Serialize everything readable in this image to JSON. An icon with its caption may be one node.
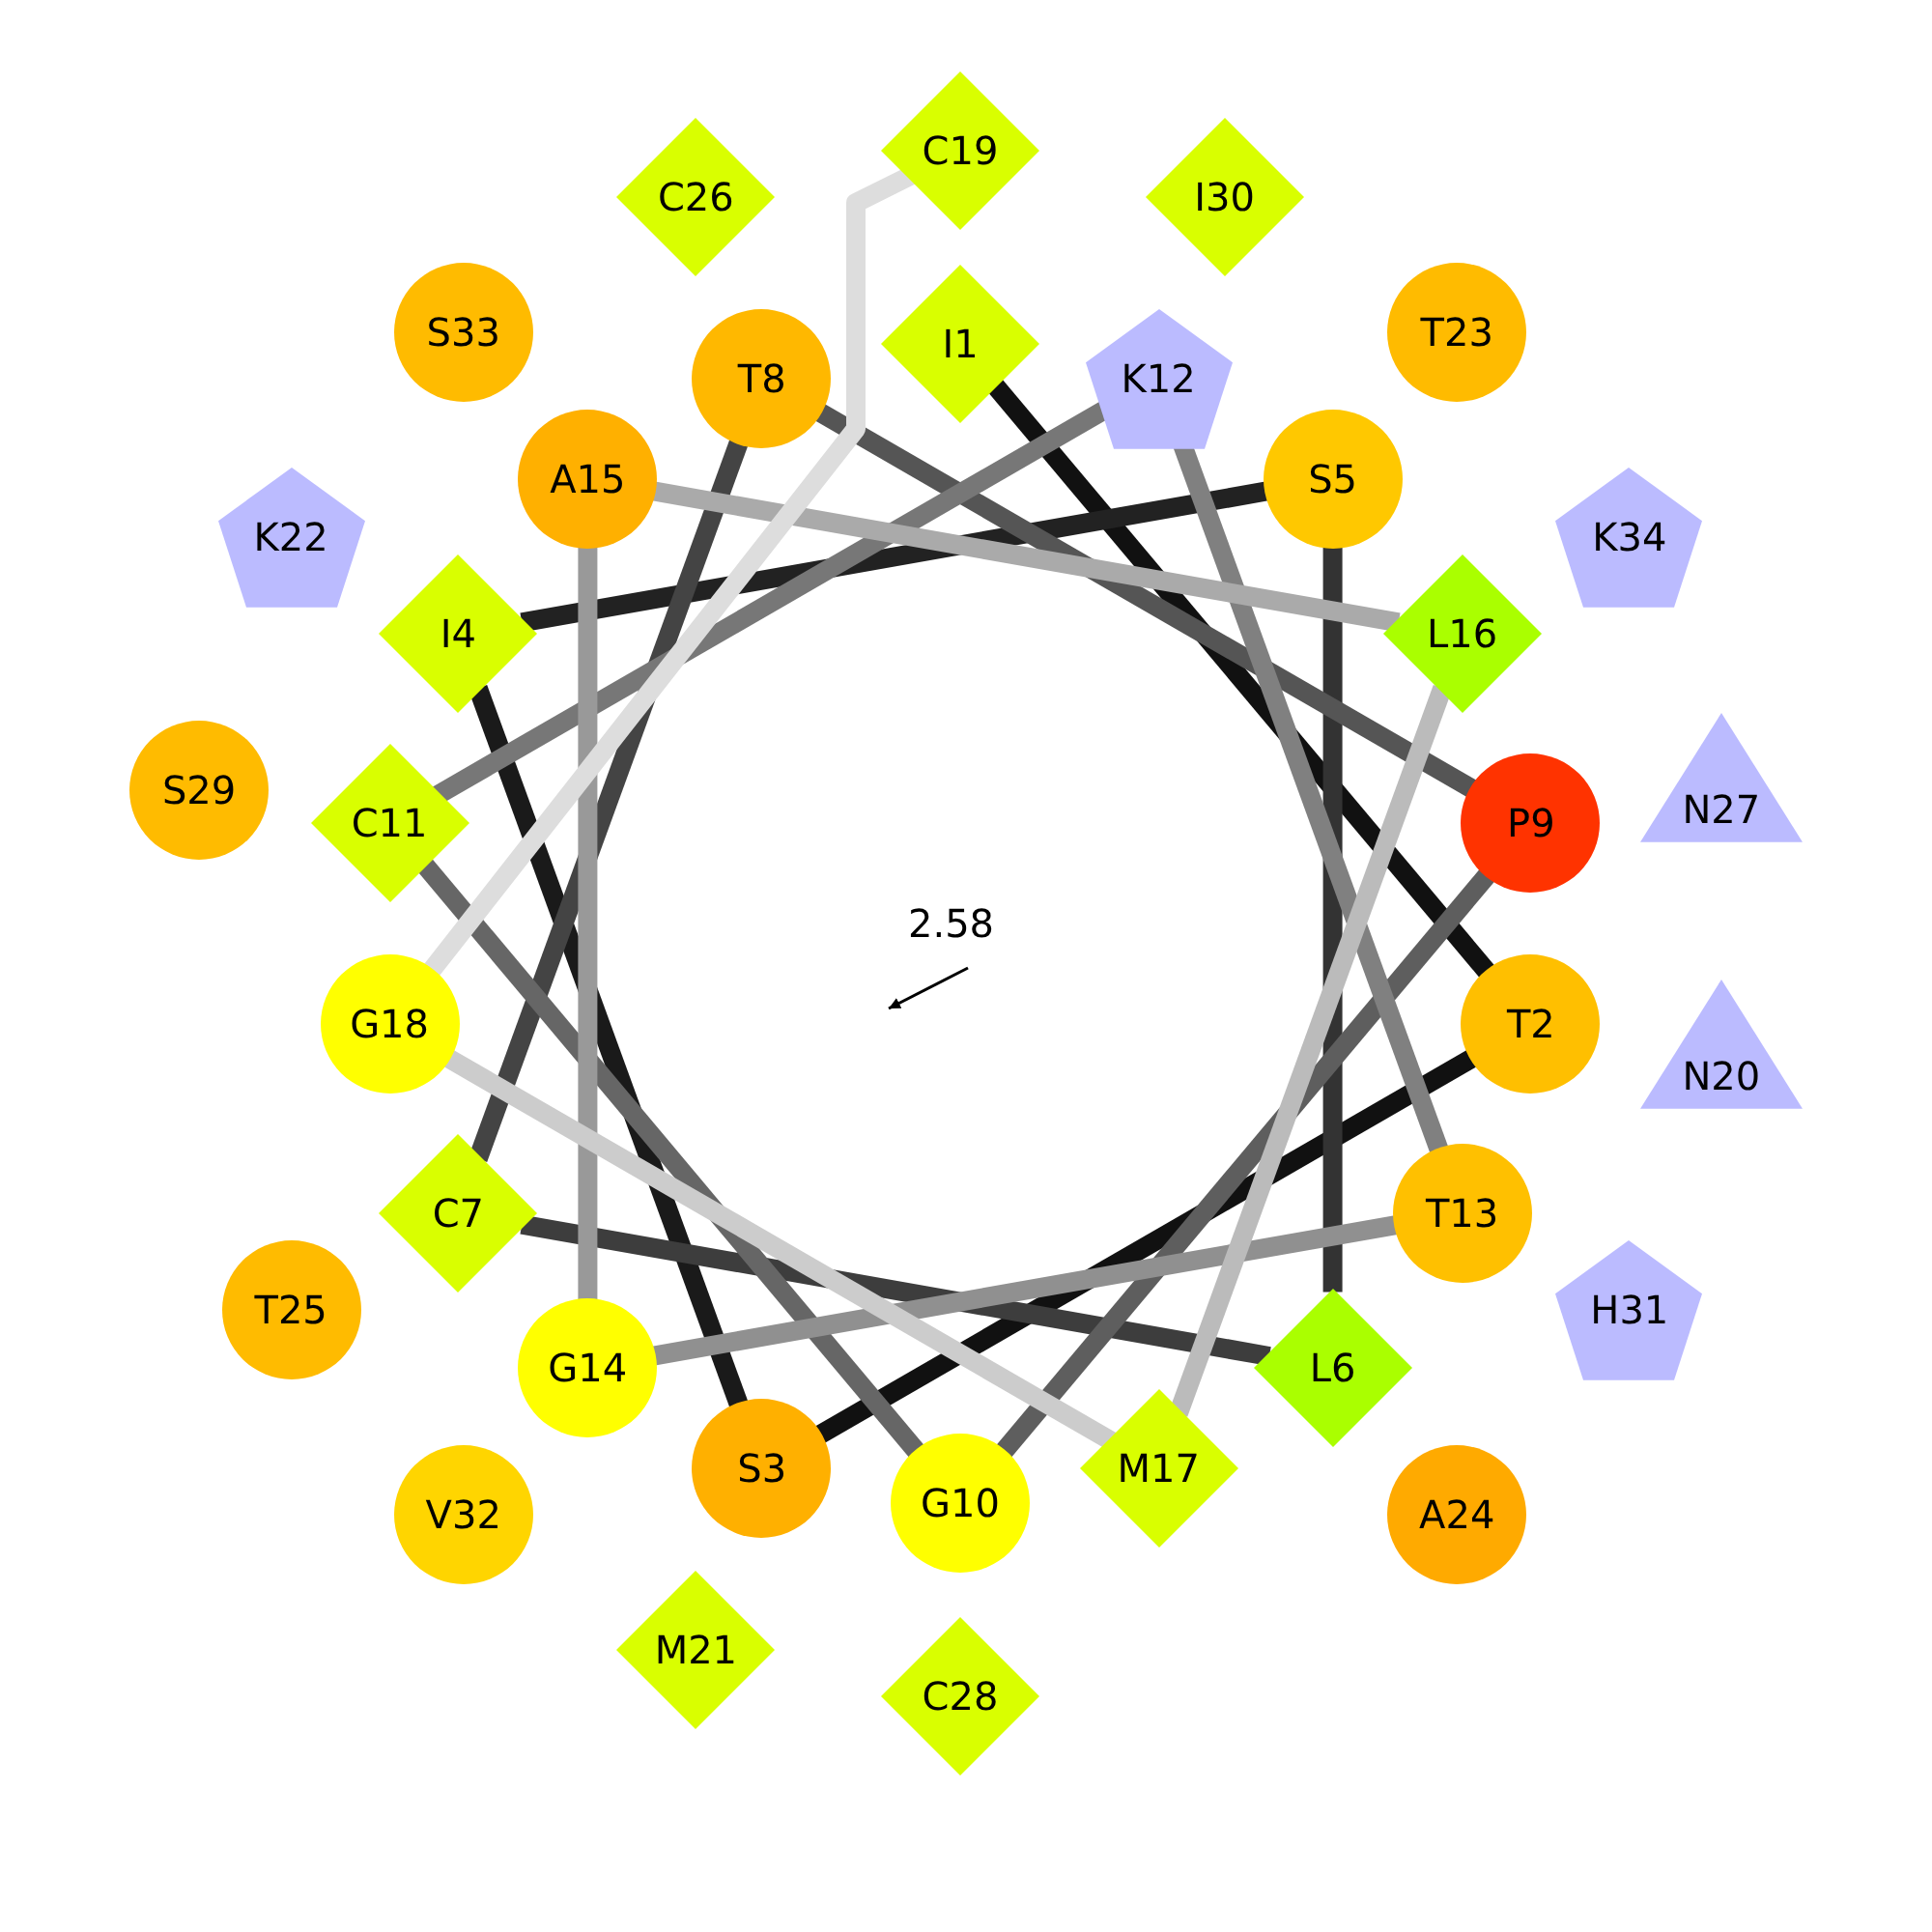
{
  "diagram": {
    "nodes": [
      {
        "text": [
          "I1"
        ]
      },
      {
        "text": [
          "T2"
        ]
      },
      {
        "text": [
          "S3"
        ]
      },
      {
        "text": [
          "I4"
        ]
      },
      {
        "text": [
          "S5"
        ]
      },
      {
        "text": [
          "L6"
        ]
      },
      {
        "text": [
          "C7"
        ]
      },
      {
        "text": [
          "T8"
        ]
      },
      {
        "text": [
          "P9"
        ]
      },
      {
        "text": [
          "G10"
        ]
      },
      {
        "text": [
          "C11"
        ]
      },
      {
        "text": [
          "K12"
        ]
      },
      {
        "text": [
          "T13"
        ]
      },
      {
        "text": [
          "G14"
        ]
      },
      {
        "text": [
          "A15"
        ]
      },
      {
        "text": [
          "L16"
        ]
      },
      {
        "text": [
          "M17"
        ]
      },
      {
        "text": [
          "G18"
        ]
      },
      {
        "text": [
          "C19"
        ]
      },
      {
        "text": [
          "N20"
        ]
      },
      {
        "text": [
          "M21"
        ]
      },
      {
        "text": [
          "K22"
        ]
      },
      {
        "text": [
          "T23"
        ]
      },
      {
        "text": [
          "A24"
        ]
      },
      {
        "text": [
          "T25"
        ]
      },
      {
        "text": [
          "C26"
        ]
      },
      {
        "text": [
          "N27"
        ]
      },
      {
        "text": [
          "C28"
        ]
      },
      {
        "text": [
          "S29"
        ]
      },
      {
        "text": [
          "I30"
        ]
      },
      {
        "text": [
          "H31"
        ]
      },
      {
        "text": [
          "V32"
        ]
      },
      {
        "text": [
          "S33"
        ]
      },
      {
        "text": [
          "K34"
        ]
      }
    ],
    "edges": [
      {
        "from": 0,
        "to": 1,
        "arrow": "none",
        "color": "#111111"
      },
      {
        "from": 1,
        "to": 2,
        "arrow": "none",
        "color": "#111111"
      },
      {
        "from": 2,
        "to": 3,
        "arrow": "none",
        "color": "#1a1a1a"
      },
      {
        "from": 3,
        "to": 4,
        "arrow": "none",
        "color": "#222222"
      },
      {
        "from": 4,
        "to": 5,
        "arrow": "none",
        "color": "#333333"
      },
      {
        "from": 5,
        "to": 6,
        "arrow": "none",
        "color": "#3d3d3d"
      },
      {
        "from": 6,
        "to": 7,
        "arrow": "none",
        "color": "#444444"
      },
      {
        "from": 7,
        "to": 8,
        "arrow": "none",
        "color": "#555555"
      },
      {
        "from": 8,
        "to": 9,
        "arrow": "none",
        "color": "#5e5e5e"
      },
      {
        "from": 9,
        "to": 10,
        "arrow": "none",
        "color": "#666666"
      },
      {
        "from": 10,
        "to": 11,
        "arrow": "none",
        "color": "#777777"
      },
      {
        "from": 11,
        "to": 12,
        "arrow": "none",
        "color": "#808080"
      },
      {
        "from": 12,
        "to": 13,
        "arrow": "none",
        "color": "#909090"
      },
      {
        "from": 13,
        "to": 14,
        "arrow": "none",
        "color": "#999999"
      },
      {
        "from": 14,
        "to": 15,
        "arrow": "none",
        "color": "#aaaaaa"
      },
      {
        "from": 15,
        "to": 16,
        "arrow": "none",
        "color": "#bbbbbb"
      },
      {
        "from": 16,
        "to": 17,
        "arrow": "none",
        "color": "#cccccc"
      },
      {
        "from": 17,
        "to": 18,
        "arrow": "none",
        "color": "#dddddd"
      }
    ],
    "labels": [
      "2.58"
    ]
  }
}
